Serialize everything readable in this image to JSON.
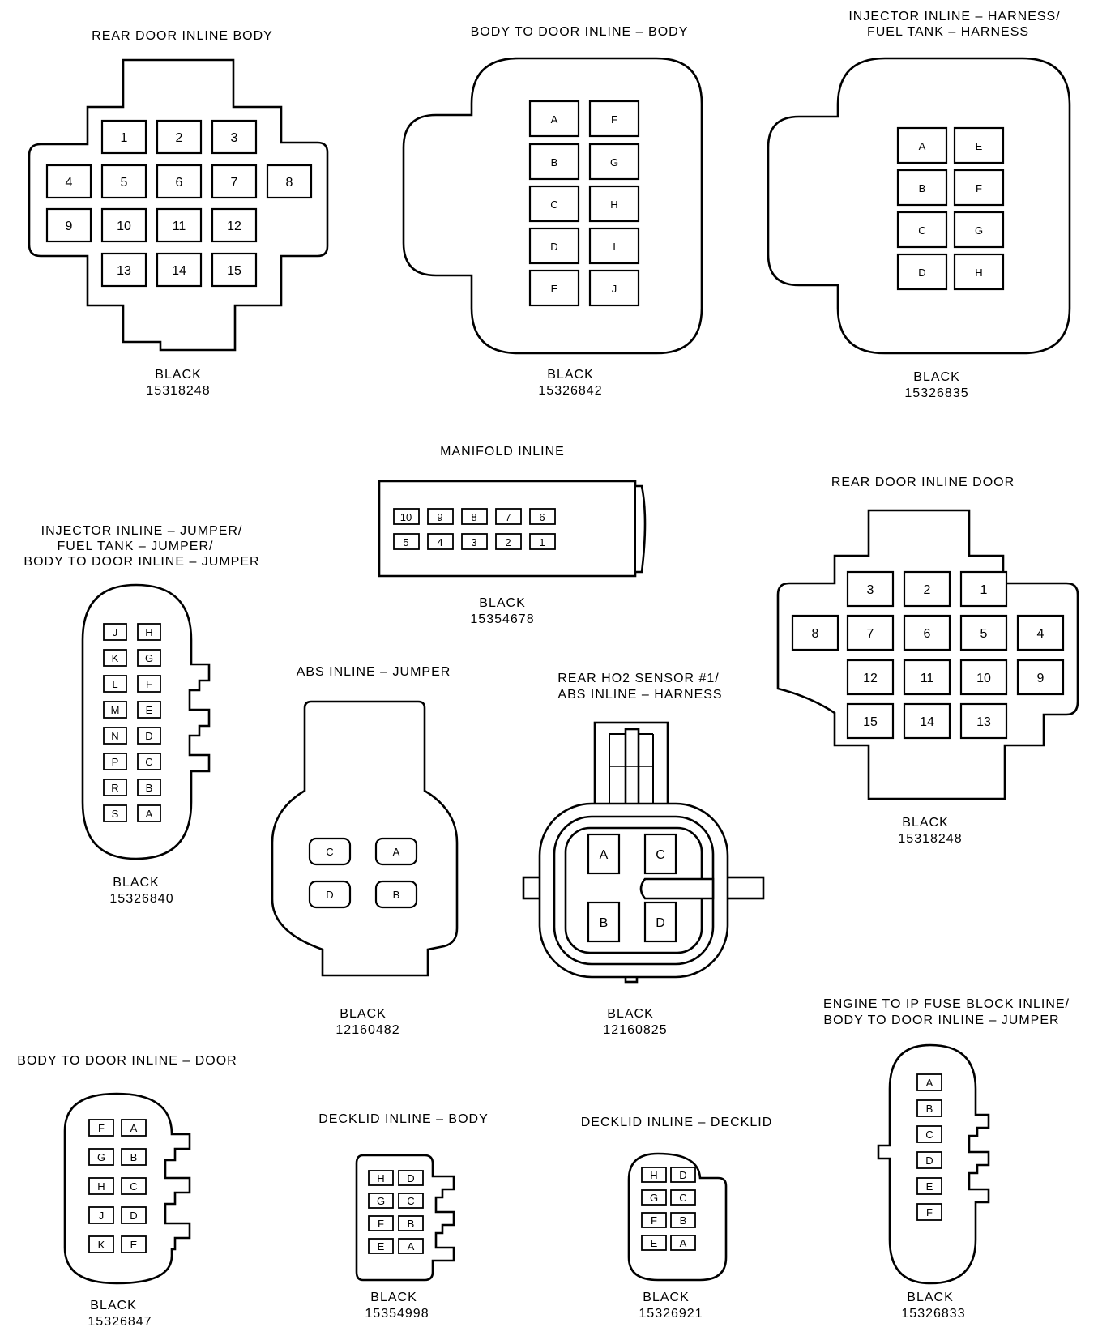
{
  "connectors": [
    {
      "title": [
        "REAR DOOR INLINE BODY"
      ],
      "color": "BLACK",
      "part_number": "15318248",
      "pins": [
        "1",
        "2",
        "3",
        "4",
        "5",
        "6",
        "7",
        "8",
        "9",
        "10",
        "11",
        "12",
        "13",
        "14",
        "15"
      ]
    },
    {
      "title": [
        "BODY TO DOOR INLINE  –  BODY"
      ],
      "color": "BLACK",
      "part_number": "15326842",
      "pins": [
        "A",
        "F",
        "B",
        "G",
        "C",
        "H",
        "D",
        "I",
        "E",
        "J"
      ]
    },
    {
      "title": [
        "INJECTOR INLINE  –  HARNESS/",
        "FUEL TANK  –  HARNESS"
      ],
      "color": "BLACK",
      "part_number": "15326835",
      "pins": [
        "A",
        "E",
        "B",
        "F",
        "C",
        "G",
        "D",
        "H"
      ]
    },
    {
      "title": [
        "MANIFOLD INLINE"
      ],
      "color": "BLACK",
      "part_number": "15354678",
      "pins": [
        "10",
        "9",
        "8",
        "7",
        "6",
        "5",
        "4",
        "3",
        "2",
        "1"
      ]
    },
    {
      "title": [
        "REAR DOOR INLINE DOOR"
      ],
      "color": "BLACK",
      "part_number": "15318248",
      "pins": [
        "3",
        "2",
        "1",
        "8",
        "7",
        "6",
        "5",
        "4",
        "12",
        "11",
        "10",
        "9",
        "15",
        "14",
        "13"
      ]
    },
    {
      "title": [
        "INJECTOR INLINE  –  JUMPER/",
        "FUEL TANK  –  JUMPER/",
        "BODY TO DOOR INLINE  –  JUMPER"
      ],
      "color": "BLACK",
      "part_number": "15326840",
      "pins": [
        "J",
        "H",
        "K",
        "G",
        "L",
        "F",
        "M",
        "E",
        "N",
        "D",
        "P",
        "C",
        "R",
        "B",
        "S",
        "A"
      ]
    },
    {
      "title": [
        "ABS INLINE  –  JUMPER"
      ],
      "color": "BLACK",
      "part_number": "12160482",
      "pins": [
        "C",
        "A",
        "D",
        "B"
      ]
    },
    {
      "title": [
        "REAR HO2 SENSOR #1/",
        "ABS INLINE  –  HARNESS"
      ],
      "color": "BLACK",
      "part_number": "12160825",
      "pins": [
        "A",
        "C",
        "B",
        "D"
      ]
    },
    {
      "title": [
        "ENGINE TO IP FUSE BLOCK INLINE/",
        "BODY TO DOOR INLINE  –  JUMPER"
      ],
      "color": "BLACK",
      "part_number": "15326833",
      "pins": [
        "A",
        "B",
        "C",
        "D",
        "E",
        "F"
      ]
    },
    {
      "title": [
        "BODY TO DOOR INLINE  –  DOOR"
      ],
      "color": "BLACK",
      "part_number": "15326847",
      "pins": [
        "F",
        "A",
        "G",
        "B",
        "H",
        "C",
        "J",
        "D",
        "K",
        "E"
      ]
    },
    {
      "title": [
        "DECKLID INLINE  –  BODY"
      ],
      "color": "BLACK",
      "part_number": "15354998",
      "pins": [
        "H",
        "D",
        "G",
        "C",
        "F",
        "B",
        "E",
        "A"
      ]
    },
    {
      "title": [
        "DECKLID INLINE  –  DECKLID"
      ],
      "color": "BLACK",
      "part_number": "15326921",
      "pins": [
        "H",
        "D",
        "G",
        "C",
        "F",
        "B",
        "E",
        "A"
      ]
    }
  ]
}
